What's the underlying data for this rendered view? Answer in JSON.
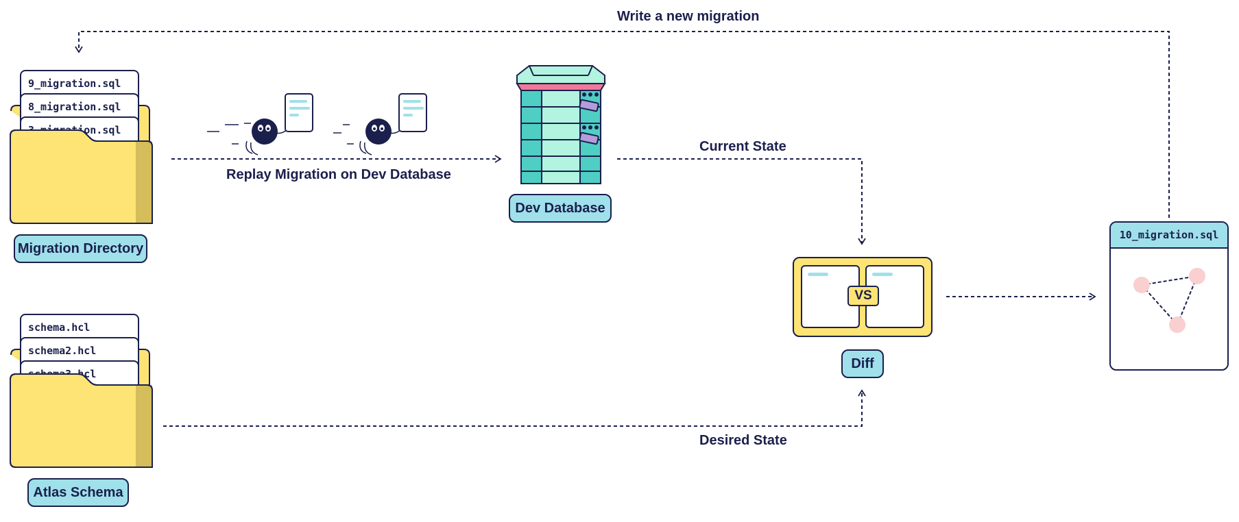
{
  "colors": {
    "ink": "#1a1f4c",
    "pill_fill": "#9fe0ea",
    "folder_yellow": "#fde474",
    "folder_shadow": "#d4bd5a",
    "teal": "#4fcfc4",
    "teal_light": "#b2f4df",
    "graph_node": "#f9cfd0"
  },
  "icons": [
    "folder-icon",
    "file-card-icon",
    "ghost-mascot-icon",
    "database-server-icon",
    "diff-window-icon",
    "graph-icon"
  ],
  "migration_directory": {
    "label": "Migration Directory",
    "files": [
      "9_migration.sql",
      "8_migration.sql",
      "3_migration.sql"
    ]
  },
  "atlas_schema": {
    "label": "Atlas Schema",
    "files": [
      "schema.hcl",
      "schema2.hcl",
      "schema3.hcl"
    ]
  },
  "dev_database": {
    "label": "Dev Database"
  },
  "diff": {
    "label": "Diff",
    "vs": "VS"
  },
  "output_file": {
    "name": "10_migration.sql"
  },
  "edges": {
    "replay": "Replay Migration on Dev Database",
    "current_state": "Current State",
    "desired_state": "Desired State",
    "write_new": "Write a new migration"
  }
}
